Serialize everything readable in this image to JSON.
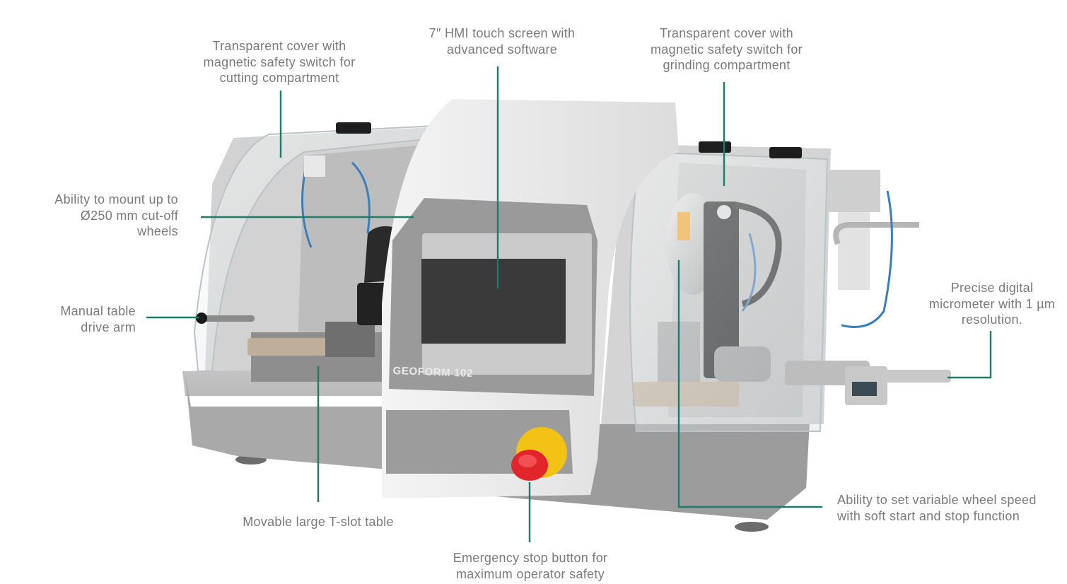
{
  "brand_label": "GEOFORM 102",
  "colors": {
    "leader": "#1f7a6b",
    "label_text": "#7a7a7a",
    "machine_body": "#c9c9c9",
    "emergency_red": "#e0262b",
    "emergency_yellow": "#f2c316"
  },
  "callouts": {
    "cover_cutting": [
      "Transparent cover with",
      "magnetic safety switch for",
      "cutting compartment"
    ],
    "hmi": [
      "7″ HMI touch screen with",
      "advanced software"
    ],
    "cover_grinding": [
      "Transparent cover with",
      "magnetic safety switch for",
      "grinding compartment"
    ],
    "mount": [
      "Ability to mount up to",
      "Ø250 mm cut-off",
      "wheels"
    ],
    "drive_arm": [
      "Manual table",
      "drive arm"
    ],
    "micrometer": [
      "Precise digital",
      "micrometer with 1 µm",
      "resolution."
    ],
    "tslot": [
      "Movable large T-slot table"
    ],
    "wheel_speed": [
      "Ability to set variable wheel speed",
      "with soft start and stop function"
    ],
    "emergency": [
      "Emergency stop button for",
      "maximum operator safety"
    ]
  }
}
